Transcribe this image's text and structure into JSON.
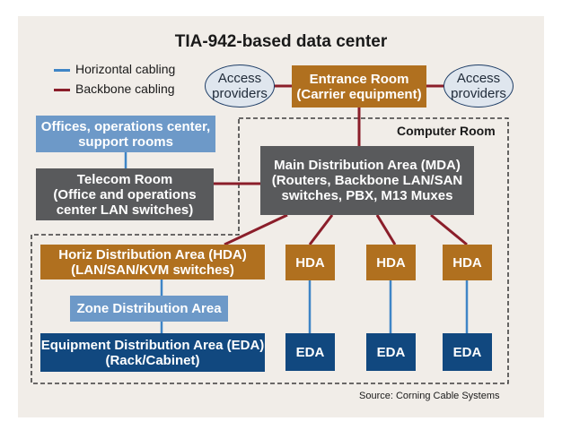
{
  "title": "TIA-942-based data center",
  "legend": {
    "horizontal": "Horizontal cabling",
    "backbone": "Backbone cabling"
  },
  "colors": {
    "horizontal": "#3f85c6",
    "backbone": "#8b1e2a",
    "orange": "#b0701f",
    "gray": "#595a5c",
    "light_blue": "#6d99c8",
    "navy": "#11487f"
  },
  "nodes": {
    "access_left": "Access\nproviders",
    "entrance": "Entrance Room\n(Carrier equipment)",
    "access_right": "Access\nproviders",
    "offices": "Offices, operations center,\nsupport rooms",
    "computer_room": "Computer Room",
    "telecom": "Telecom Room\n(Office and operations\ncenter LAN switches)",
    "mda": "Main Distribution Area (MDA)\n(Routers, Backbone LAN/SAN\nswitches, PBX, M13 Muxes",
    "hda_main": "Horiz Distribution Area (HDA)\n(LAN/SAN/KVM switches)",
    "hda_1": "HDA",
    "hda_2": "HDA",
    "hda_3": "HDA",
    "zda": "Zone Distribution Area",
    "eda_main": "Equipment Distribution Area (EDA)\n(Rack/Cabinet)",
    "eda_1": "EDA",
    "eda_2": "EDA",
    "eda_3": "EDA"
  },
  "source": "Source: Corning Cable Systems"
}
